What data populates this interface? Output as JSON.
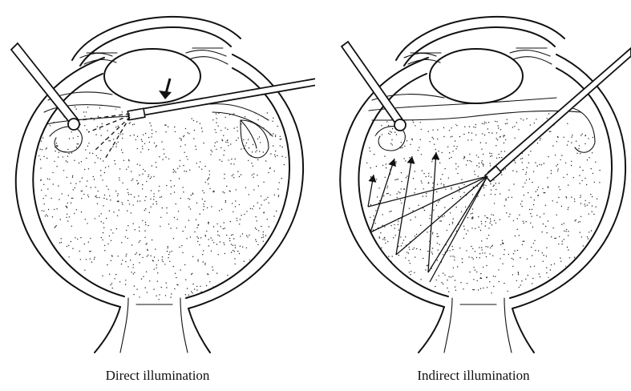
{
  "figure": {
    "panels": [
      {
        "id": "direct",
        "caption": "Direct illumination"
      },
      {
        "id": "indirect",
        "caption": "Indirect illumination"
      }
    ]
  },
  "colors": {
    "ink": "#111111",
    "background": "#ffffff"
  },
  "icons": [
    "arrow-down-icon",
    "light-ray-arrow-icon"
  ]
}
